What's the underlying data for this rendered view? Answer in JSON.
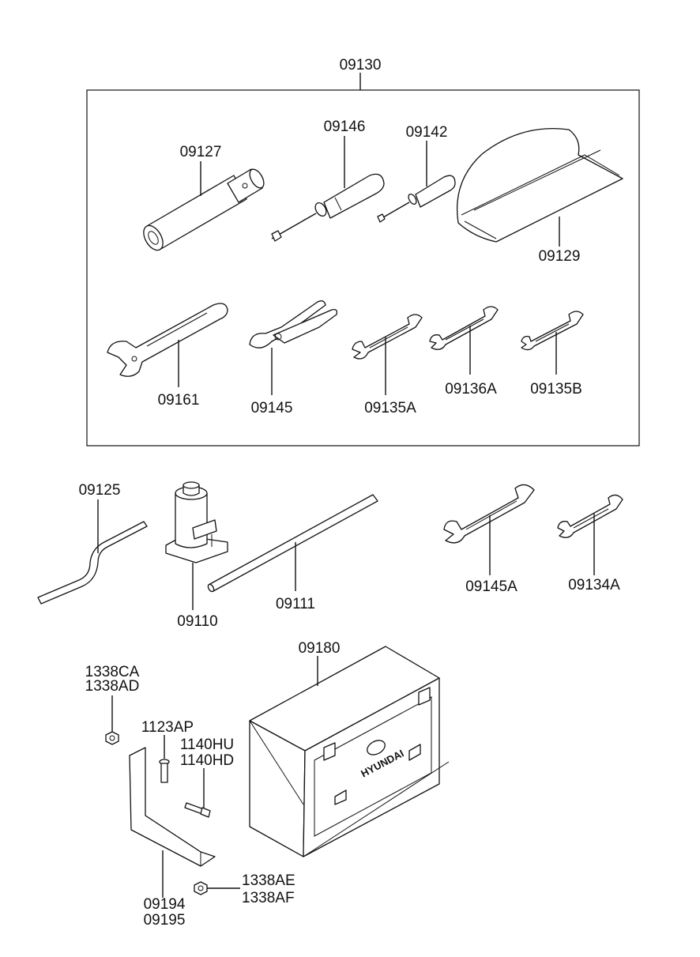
{
  "diagram": {
    "group_label": "09130",
    "parts": {
      "p09127": "09127",
      "p09146": "09146",
      "p09142": "09142",
      "p09129": "09129",
      "p09161": "09161",
      "p09145": "09145",
      "p09135A": "09135A",
      "p09136A": "09136A",
      "p09135B": "09135B",
      "p09125": "09125",
      "p09110": "09110",
      "p09111": "09111",
      "p09145A": "09145A",
      "p09134A": "09134A",
      "p09180": "09180",
      "p1338CA": "1338CA",
      "p1338AD": "1338AD",
      "p1123AP": "1123AP",
      "p1140HU": "1140HU",
      "p1140HD": "1140HD",
      "p1338AE": "1338AE",
      "p1338AF": "1338AF",
      "p09194": "09194",
      "p09195": "09195"
    },
    "box_logo_text": "HYUNDAI"
  }
}
